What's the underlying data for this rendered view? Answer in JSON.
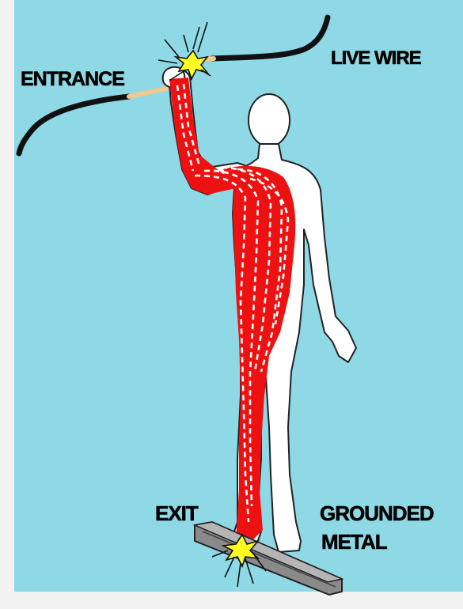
{
  "colors": {
    "background": "#8fd9e6",
    "page": "#f2f2f2",
    "body": "#ffffff",
    "current": "#ee1111",
    "wire": "#111111",
    "insulation": "#f0c890",
    "spark": "#ffff22",
    "metal": "#888888"
  },
  "labels": {
    "entrance": "ENTRANCE",
    "live_wire": "LIVE WIRE",
    "exit": "EXIT",
    "grounded": "GROUNDED",
    "metal": "METAL"
  }
}
